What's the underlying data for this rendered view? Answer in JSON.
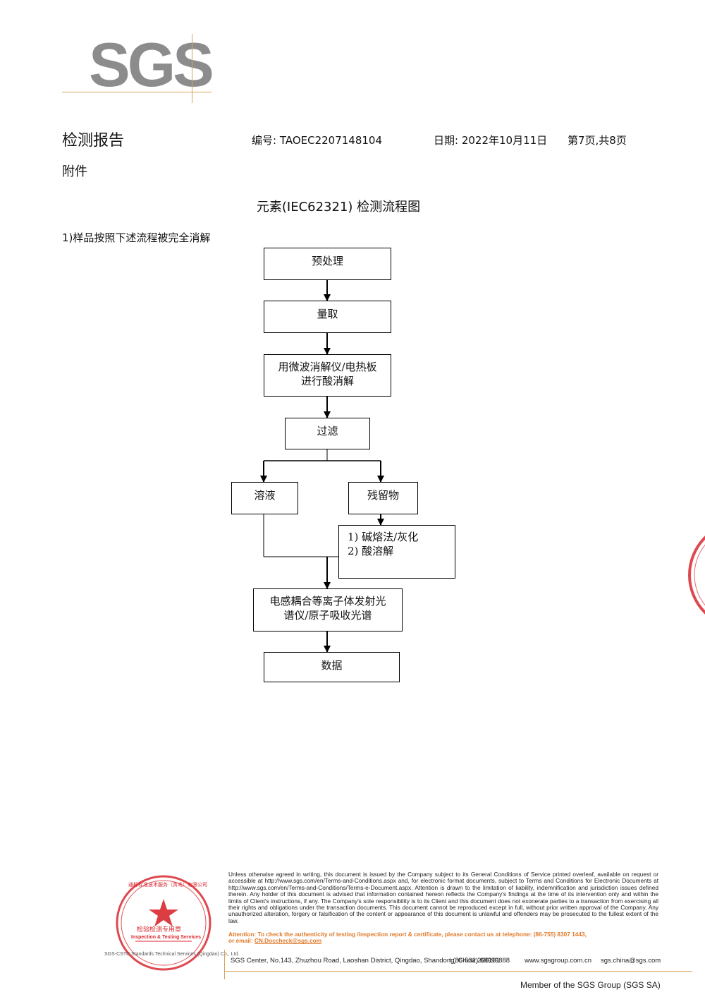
{
  "logo": {
    "text": "SGS",
    "color": "#8c8c8c",
    "line_color": "#d9a45a"
  },
  "header": {
    "title": "检测报告",
    "report_no": "编号: TAOEC2207148104",
    "date": "日期: 2022年10月11日",
    "page": "第7页,共8页"
  },
  "annex": "附件",
  "section_title": "元素(IEC62321) 检测流程图",
  "step_desc": "1)样品按照下述流程被完全消解",
  "flow": {
    "pretreat": "预处理",
    "measure": "量取",
    "digest": "用微波消解仪/电热板\n进行酸消解",
    "filter": "过滤",
    "solution": "溶液",
    "residue": "残留物",
    "residue_treat": "1) 碱熔法/灰化\n2) 酸溶解",
    "icp": "电感耦合等离子体发射光\n谱仪/原子吸收光谱",
    "data": "数据"
  },
  "footer": {
    "disclaimer": "Unless otherwise agreed in writing, this document is issued by the Company subject to its General Conditions of Service printed overleaf, available on request or accessible at http://www.sgs.com/en/Terms-and-Conditions.aspx and, for electronic format documents, subject to Terms and Conditions for Electronic Documents at http://www.sgs.com/en/Terms-and-Conditions/Terms-e-Document.aspx. Attention is drawn to the limitation of liability, indemnification and jurisdiction issues defined therein. Any holder of this document is advised that information contained hereon reflects the Company's findings at the time of its intervention only and within the limits of Client's instructions, if any. The Company's sole responsibility is to its Client and this document does not exonerate parties to a transaction from exercising all their rights and obligations under the transaction documents. This document cannot be reproduced except in full, without prior written approval of the Company. Any unauthorized alteration, forgery or falsification of the content or appearance of this document is unlawful and offenders may be prosecuted to the fullest extent of the law.",
    "attention": "Attention: To check the authenticity of testing /inspection report & certificate, please contact us at telephone: (86-755) 8307 1443,",
    "email_prefix": "or email: ",
    "email": "CN.Doccheck@sgs.com",
    "address": "SGS Center, No.143, Zhuzhou Road, Laoshan District, Qingdao, Shandong, China 266101",
    "phone": "t  (86-532) 68999888",
    "website": "www.sgsgroup.com.cn",
    "mail": "sgs.china@sgs.com",
    "member": "Member of the SGS Group (SGS SA)"
  },
  "seal": {
    "text_top": "通标标准技术服务（青岛）有限公司",
    "text_mid": "检验检测专用章",
    "text_en": "Inspection & Testing Services",
    "text_bottom": "SGS-CSTC Standards Technical Services (Qingdao) Co., Ltd.",
    "color": "#d8282f"
  }
}
